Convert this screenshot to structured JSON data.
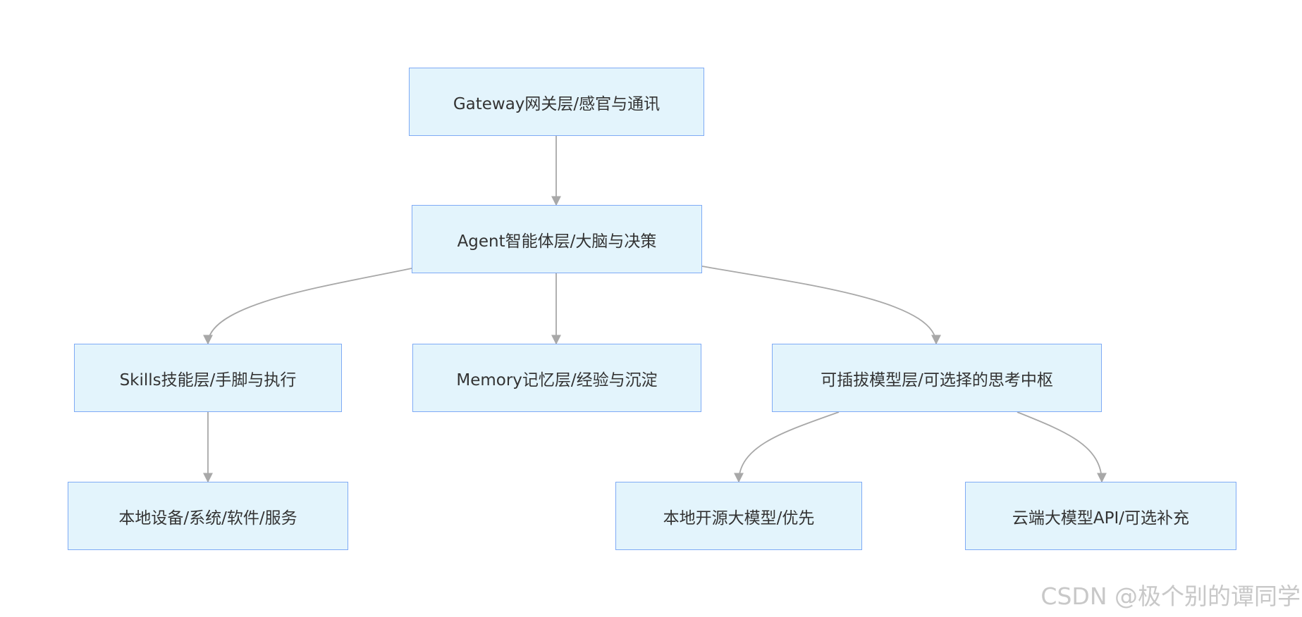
{
  "nodes": {
    "gateway": "Gateway网关层/感官与通讯",
    "agent": "Agent智能体层/大脑与决策",
    "skills": "Skills技能层/手脚与执行",
    "memory": "Memory记忆层/经验与沉淀",
    "models": "可插拔模型层/可选择的思考中枢",
    "local_devices": "本地设备/系统/软件/服务",
    "local_models": "本地开源大模型/优先",
    "cloud_models": "云端大模型API/可选补充"
  },
  "edges": [
    {
      "from": "gateway",
      "to": "agent"
    },
    {
      "from": "agent",
      "to": "skills"
    },
    {
      "from": "agent",
      "to": "memory"
    },
    {
      "from": "agent",
      "to": "models"
    },
    {
      "from": "skills",
      "to": "local_devices"
    },
    {
      "from": "models",
      "to": "local_models"
    },
    {
      "from": "models",
      "to": "cloud_models"
    }
  ],
  "colors": {
    "node_fill": "#e3f4fc",
    "node_border": "#7eaaf5",
    "edge": "#a8a8a8",
    "text": "#333333",
    "watermark": "#c8c8c8"
  },
  "watermark": "CSDN @极个别的谭同学"
}
